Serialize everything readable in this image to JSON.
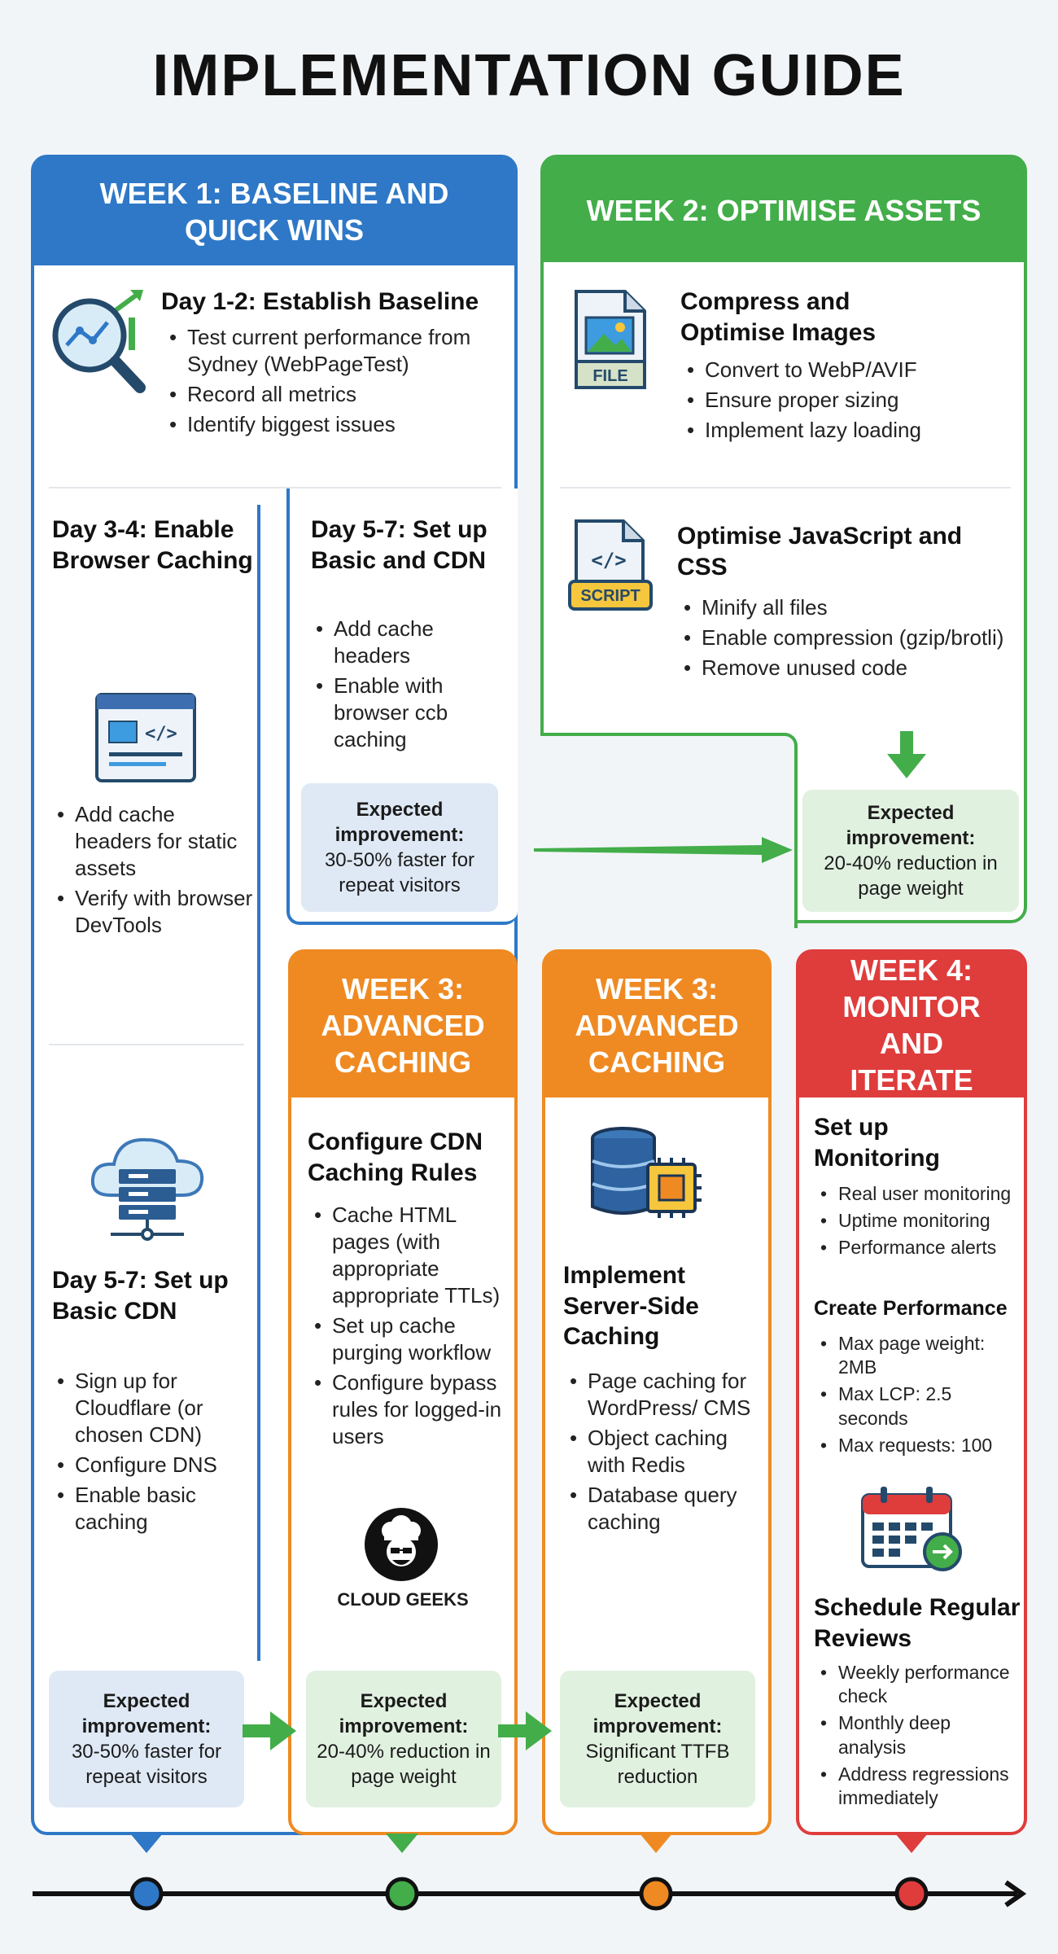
{
  "title": "IMPLEMENTATION GUIDE",
  "week1": {
    "header": "WEEK 1: BASELINE AND QUICK WINS",
    "day12": {
      "title": "Day 1-2: Establish Baseline",
      "bullets": [
        "Test current performance from Sydney (WebPageTest)",
        "Record all metrics",
        "Identify biggest issues"
      ]
    },
    "day34": {
      "title": "Day 3-4: Enable Browser Caching",
      "bullets": [
        "Add cache headers for static assets",
        "Verify with browser DevTools"
      ]
    },
    "day57a": {
      "title": "Day 5-7: Set up Basic and CDN",
      "bullets": [
        "Add cache headers",
        "Enable with browser ccb caching"
      ],
      "expected_label": "Expected improvement:",
      "expected_value": "30-50% faster for repeat visitors"
    },
    "day57b": {
      "title": "Day 5-7: Set up Basic CDN",
      "bullets": [
        "Sign up for Cloudflare (or chosen CDN)",
        "Configure DNS",
        "Enable basic caching"
      ]
    },
    "expected_label": "Expected improvement:",
    "expected_value": "30-50% faster for repeat visitors"
  },
  "week2": {
    "header": "WEEK 2: OPTIMISE ASSETS",
    "images": {
      "title": "Compress and Optimise Images",
      "icon_label": "FILE",
      "bullets": [
        "Convert to WebP/AVIF",
        "Ensure proper sizing",
        "Implement lazy loading"
      ]
    },
    "js": {
      "title": "Optimise JavaScript and CSS",
      "icon_label": "SCRIPT",
      "bullets": [
        "Minify all files",
        "Enable compression (gzip/brotli)",
        "Remove unused code"
      ]
    },
    "expected_label": "Expected improvement:",
    "expected_value": "20-40% reduction in page weight"
  },
  "week3a": {
    "header": "WEEK 3: ADVANCED CACHING",
    "title": "Configure CDN Caching Rules",
    "bullets": [
      "Cache HTML pages (with appropriate appropriate TTLs)",
      "Set up cache purging workflow",
      "Configure bypass rules for logged-in users"
    ],
    "logo_text": "CLOUD GEEKS",
    "expected_label": "Expected improvement:",
    "expected_value": "20-40% reduction in page weight"
  },
  "week3b": {
    "header": "WEEK 3: ADVANCED CACHING",
    "title": "Implement Server-Side Caching",
    "bullets": [
      "Page caching for WordPress/ CMS",
      "Object caching with Redis",
      "Database query caching"
    ],
    "expected_label": "Expected improvement:",
    "expected_value": "Significant TTFB reduction"
  },
  "week4": {
    "header": "WEEK 4: MONITOR AND ITERATE",
    "monitoring": {
      "title": "Set up Monitoring",
      "bullets": [
        "Real user monitoring",
        "Uptime monitoring",
        "Performance alerts"
      ]
    },
    "budgets": {
      "title": "Create Performance",
      "bullets": [
        "Max page weight: 2MB",
        "Max LCP: 2.5 seconds",
        "Max requests: 100"
      ]
    },
    "reviews": {
      "title": "Schedule Regular Reviews",
      "bullets": [
        "Weekly performance check",
        "Monthly deep analysis",
        "Address regressions immediately"
      ]
    }
  },
  "colors": {
    "blue": "#2e78c7",
    "green": "#43ad4a",
    "orange": "#ef8a22",
    "red": "#df3c3c"
  }
}
